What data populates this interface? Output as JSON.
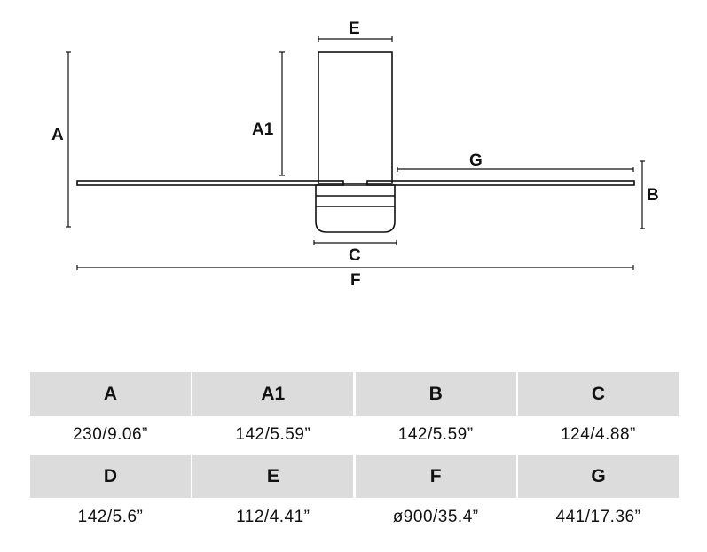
{
  "diagram": {
    "labels": {
      "A": "A",
      "A1": "A1",
      "B": "B",
      "C": "C",
      "E": "E",
      "F": "F",
      "G": "G"
    },
    "line_color": "#111111"
  },
  "table": {
    "header_bg": "#dcdcdc",
    "rows": [
      {
        "headers": [
          "A",
          "A1",
          "B",
          "C"
        ],
        "values": [
          "230/9.06”",
          "142/5.59”",
          "142/5.59”",
          "124/4.88”"
        ]
      },
      {
        "headers": [
          "D",
          "E",
          "F",
          "G"
        ],
        "values": [
          "142/5.6”",
          "112/4.41”",
          "ø900/35.4”",
          "441/17.36”"
        ]
      }
    ]
  }
}
